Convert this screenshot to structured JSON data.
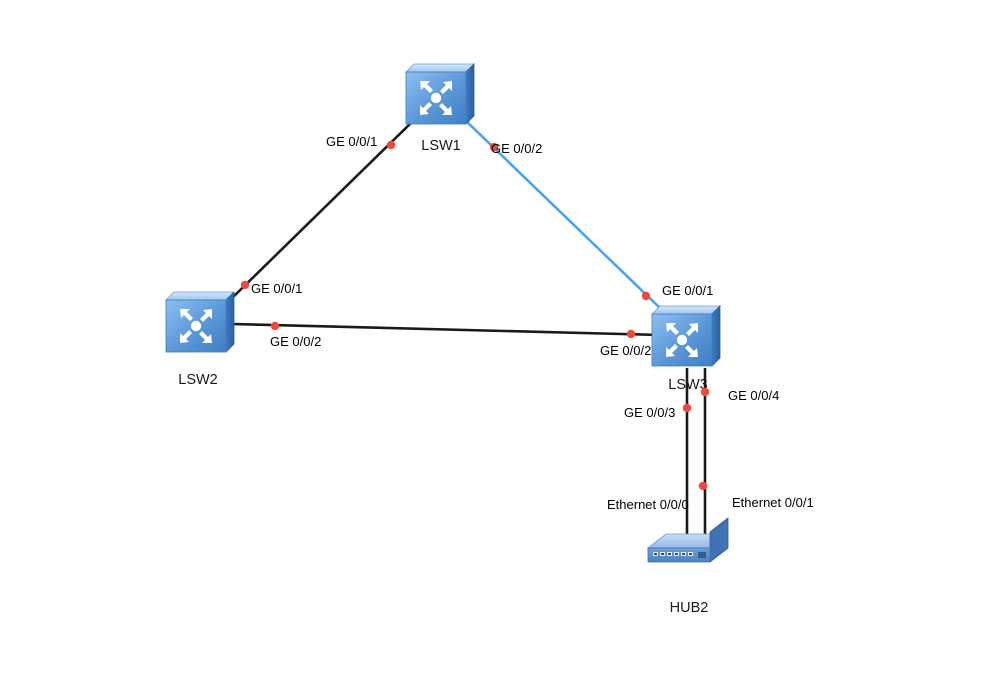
{
  "topology": {
    "devices": {
      "lsw1": {
        "label": "LSW1",
        "type": "switch-icon"
      },
      "lsw2": {
        "label": "LSW2",
        "type": "switch-icon"
      },
      "lsw3": {
        "label": "LSW3",
        "type": "switch-icon"
      },
      "hub2": {
        "label": "HUB2",
        "type": "hub-icon"
      }
    },
    "links": [
      {
        "from": "LSW1",
        "to": "LSW2",
        "from_port": "GE 0/0/1",
        "to_port": "GE 0/0/1",
        "color": "#1a1a1a"
      },
      {
        "from": "LSW1",
        "to": "LSW3",
        "from_port": "GE 0/0/2",
        "to_port": "GE 0/0/1",
        "color": "#4aa3f0"
      },
      {
        "from": "LSW2",
        "to": "LSW3",
        "from_port": "GE 0/0/2",
        "to_port": "GE 0/0/2",
        "color": "#1a1a1a"
      },
      {
        "from": "LSW3",
        "to": "HUB2",
        "from_port": "GE 0/0/3",
        "to_port": "Ethernet 0/0/0",
        "color": "#1a1a1a"
      },
      {
        "from": "LSW3",
        "to": "HUB2",
        "from_port": "GE 0/0/4",
        "to_port": "Ethernet 0/0/1",
        "color": "#1a1a1a"
      }
    ]
  },
  "colors": {
    "port_dot": "#f04a3c",
    "link_default": "#1a1a1a",
    "link_blocked_highlight": "#4aa3f0",
    "switch_front": "#5b97d6",
    "switch_top": "#a9cdf2",
    "switch_side": "#2f6fb3",
    "hub_body": "#8fb7e8"
  }
}
